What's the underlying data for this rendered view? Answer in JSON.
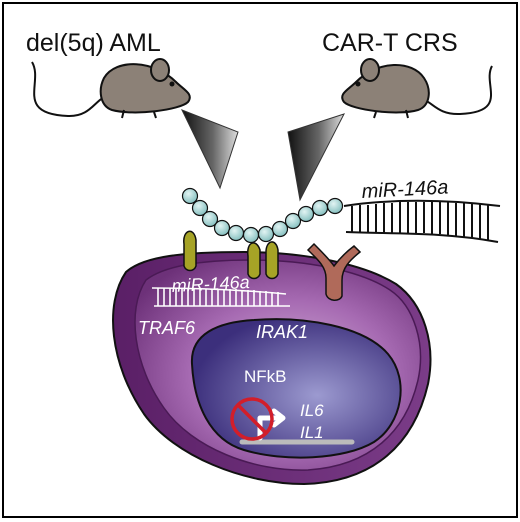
{
  "labels": {
    "left_model": "del(5q) AML",
    "right_model": "CAR-T CRS",
    "mirna_top": "miR-146a",
    "mirna_cell": "miR-146a",
    "traf6": "TRAF6",
    "irak1": "IRAK1",
    "nfkb": "NFkB",
    "il6": "IL6",
    "il1": "IL1"
  },
  "colors": {
    "cell_outer": "#8a4a97",
    "cell_inner": "#5e2a6c",
    "nucleus": "#4a3a86",
    "mouse": "#8c8177",
    "bead": "#a5d6d4",
    "receptor_olive": "#a6a326",
    "receptor_brown": "#b06a5a",
    "inhibit": "#d21e2a"
  }
}
